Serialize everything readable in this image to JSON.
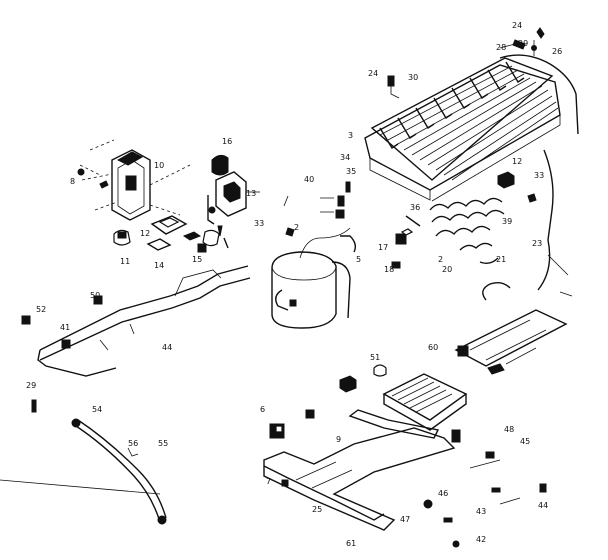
{
  "labels": {
    "l1": "24",
    "l2": "28",
    "l3": "29",
    "l4": "26",
    "l5": "24",
    "l6": "30",
    "l7": "3",
    "l8": "34",
    "l9": "12",
    "l10": "33",
    "l11": "16",
    "l12": "10",
    "l13": "8",
    "l14": "13",
    "l15": "12",
    "l16": "15",
    "l17": "14",
    "l18": "11",
    "l19": "40",
    "l20": "35",
    "l21": "33",
    "l22": "2",
    "l23": "5",
    "l24": "36",
    "l25": "17",
    "l26": "18",
    "l27": "39",
    "l28": "2",
    "l29": "20",
    "l30": "21",
    "l31": "23",
    "l32": "52",
    "l33": "50",
    "l34": "41",
    "l35": "44",
    "l36": "60",
    "l37": "29",
    "l38": "54",
    "l39": "56",
    "l40": "55",
    "l41": "51",
    "l42": "6",
    "l43": "9",
    "l44": "7",
    "l45": "48",
    "l46": "45",
    "l47": "44",
    "l48": "46",
    "l49": "43",
    "l50": "47",
    "l51": "25",
    "l52": "61",
    "l53": "42"
  }
}
